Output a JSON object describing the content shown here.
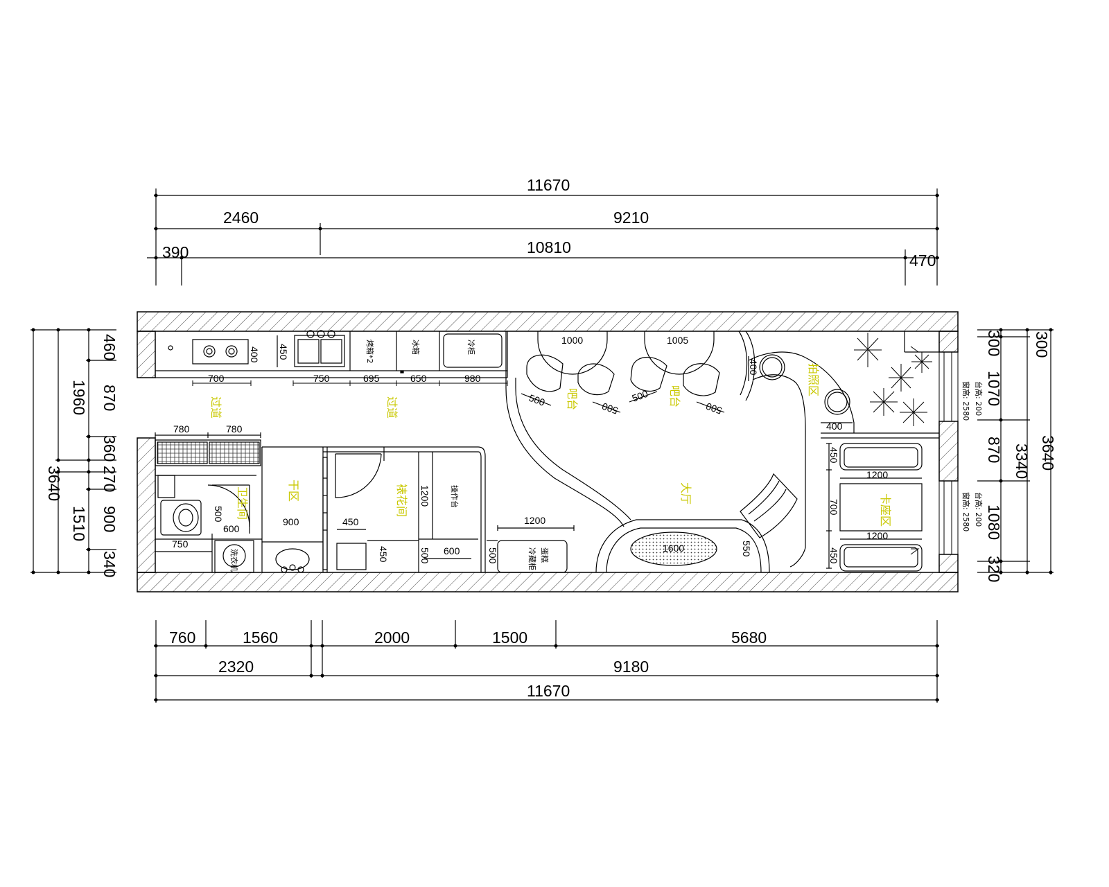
{
  "dimensions": {
    "top_total": "11670",
    "top_left": "2460",
    "top_right": "9210",
    "top_a": "390",
    "top_b": "10810",
    "top_c": "470",
    "bottom_a": "760",
    "bottom_b": "1560",
    "bottom_c": "2000",
    "bottom_d": "1500",
    "bottom_e": "5680",
    "bottom_left": "2320",
    "bottom_right": "9180",
    "bottom_total": "11670",
    "left_total": "3640",
    "left_upper": "1960",
    "left_lower": "1510",
    "left_a": "460",
    "left_b": "870",
    "left_c": "360",
    "left_d": "270",
    "left_e": "900",
    "left_f": "340",
    "right_total": "3640",
    "right_sub": "3340",
    "right_a": "300",
    "right_b": "1070",
    "right_c": "870",
    "right_d": "1080",
    "right_e": "320",
    "right_f": "300"
  },
  "fixtures": {
    "stove_w": "700",
    "stove_d": "400",
    "sink_w": "750",
    "sink_d": "450",
    "oven_w": "695",
    "oven_label": "烤箱*2",
    "fridge_w": "650",
    "fridge_label": "冰箱",
    "cold_w": "980",
    "cold_label": "冷柜",
    "cab1": "780",
    "cab2": "780",
    "toilet_gap": "500",
    "basin_w": "600",
    "wc_w": "750",
    "dry_w": "900",
    "mop_w": "450",
    "mop_d": "450",
    "shelf_h": "1200",
    "work_w": "600",
    "work_d": "500",
    "counter_d": "500",
    "display_w": "1200",
    "display_label": "冷藏柜",
    "display_label2": "蛋糕",
    "table1": "1000",
    "table2": "1005",
    "chair1": "500",
    "chair2": "500",
    "chair3": "500",
    "chair4": "500",
    "round1": "400",
    "round2": "400",
    "oval": "1600",
    "oval_d": "550",
    "sofa1_w": "1200",
    "sofa2_w": "1200",
    "sofa_d1": "450",
    "sofa_gap": "700",
    "sofa_d2": "450",
    "washer_label": "洗衣机",
    "dry_label": "干区",
    "sill_label1": "台高: 200",
    "win_label1": "窗高: 2580",
    "sill_label2": "台高: 200",
    "win_label2": "窗高: 2580"
  },
  "rooms": {
    "passage1": "过道",
    "passage2": "过道",
    "bar1": "吧台",
    "bar2": "吧台",
    "photo": "拍照区",
    "toilet": "卫生间",
    "dry": "干区",
    "deco": "裱花间",
    "prep": "操作台",
    "hall": "大厅",
    "card": "卡座区"
  }
}
